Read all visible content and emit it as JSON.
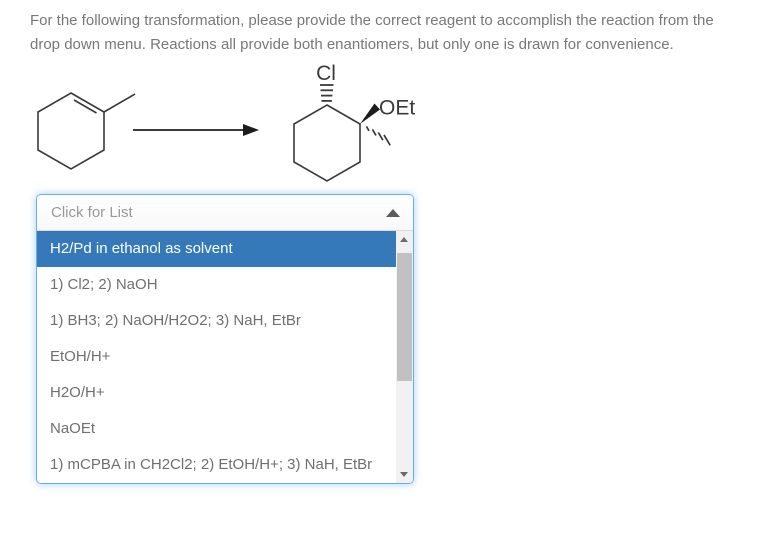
{
  "question": {
    "lines": [
      "For the following transformation, please provide the correct reagent to accomplish the reaction from the",
      "drop down menu. Reactions all provide both enantiomers, but only one is drawn for convenience."
    ]
  },
  "scheme": {
    "reactant": "1-methylcyclohexene",
    "product": "1-ethoxy-2-chloro-1-methylcyclohexane (trans, one enantiomer drawn)",
    "labels": {
      "chlorine": "Cl",
      "ethoxy": "OEt"
    }
  },
  "dropdown": {
    "placeholder": "Click for List",
    "selected_index": 0,
    "options": [
      "H2/Pd in ethanol as solvent",
      "1) Cl2; 2) NaOH",
      "1) BH3; 2) NaOH/H2O2; 3) NaH, EtBr",
      "EtOH/H+",
      "H2O/H+",
      "NaOEt",
      "1) mCPBA in CH2Cl2; 2) EtOH/H+; 3) NaH, EtBr"
    ]
  },
  "colors": {
    "question_text": "#77787a",
    "option_text": "#6f6f6f",
    "placeholder_text": "#999999",
    "selected_bg": "#3579b8",
    "selected_text": "#ffffff",
    "dropdown_border": "#66afe9",
    "structure_stroke": "#3a3a3a",
    "scrollbar_track": "#f1f1f1",
    "scrollbar_thumb": "#c1c1c1"
  }
}
